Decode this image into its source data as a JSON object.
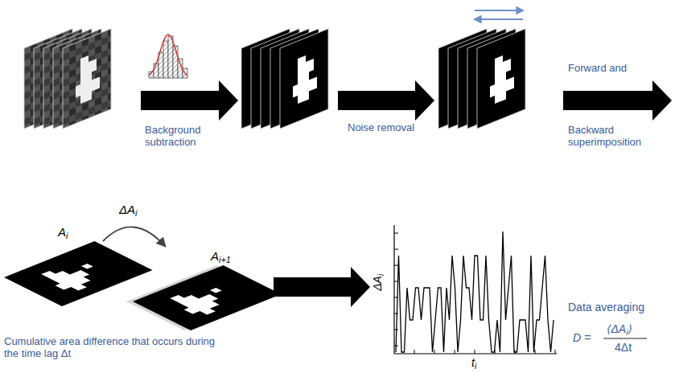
{
  "diagram": {
    "labels": [
      "Background subtraction",
      "Noise removal",
      "Forward and",
      "Backward superimposition",
      "A",
      "i",
      "ΔA",
      "i",
      "A",
      "i+1",
      "Cumulative area difference that occurs during the time lag Δt",
      "ΔA",
      "i",
      "t",
      "i",
      "Data averaging",
      "D =",
      "⟨ΔA",
      "i",
      "⟩",
      "4Δt"
    ]
  }
}
